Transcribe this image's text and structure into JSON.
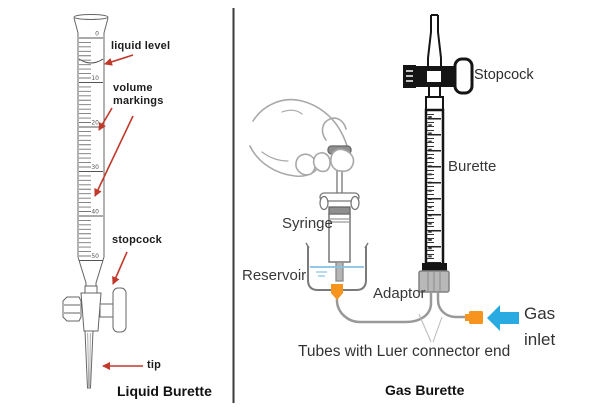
{
  "left_panel": {
    "title": "Liquid Burette",
    "labels": {
      "liquid_level": "liquid level",
      "volume_markings": "volume markings",
      "stopcock": "stopcock",
      "tip": "tip"
    },
    "scale_values": [
      "0",
      "10",
      "20",
      "30",
      "40",
      "50"
    ]
  },
  "right_panel": {
    "title": "Gas Burette",
    "labels": {
      "stopcock": "Stopcock",
      "burette": "Burette",
      "syringe": "Syringe",
      "reservoir": "Reservoir",
      "adaptor": "Adaptor",
      "gas_inlet": "Gas inlet",
      "tubes": "Tubes with Luer connector end"
    }
  },
  "colors": {
    "annotation_arrow": "#c0392b",
    "gas_arrow": "#29abe2",
    "connector": "#f7941e",
    "tube": "#999999",
    "water": "#85c1e3"
  }
}
